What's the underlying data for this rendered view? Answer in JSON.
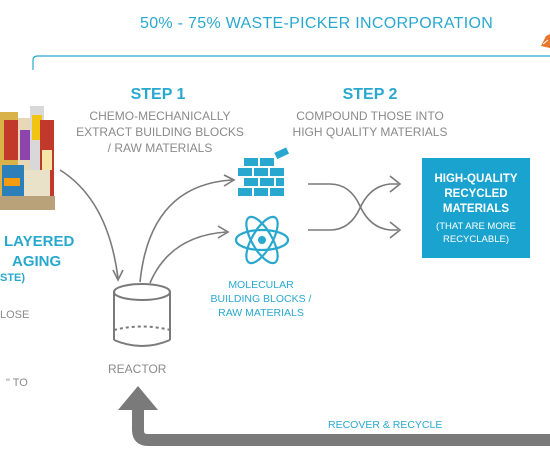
{
  "header": {
    "title": "50% - 75% WASTE-PICKER INCORPORATION"
  },
  "step1": {
    "title": "STEP 1",
    "description_lines": [
      "CHEMO-MECHANICALLY",
      "EXTRACT BUILDING BLOCKS",
      "/ RAW MATERIALS"
    ]
  },
  "step2": {
    "title": "STEP 2",
    "description_lines": [
      "COMPOUND THOSE INTO",
      "HIGH QUALITY MATERIALS"
    ]
  },
  "output_box": {
    "title_lines": [
      "HIGH-QUALITY",
      "RECYCLED",
      "MATERIALS"
    ],
    "note_lines": [
      "(THAT ARE MORE",
      "RECYCLABLE)"
    ]
  },
  "molecule_label": {
    "lines": [
      "MOLECULAR",
      "BUILDING BLOCKS /",
      "RAW MATERIALS"
    ]
  },
  "reactor": {
    "label": "REACTOR"
  },
  "left_panel": {
    "title_lines": [
      "LAYERED",
      "AGING"
    ],
    "sub": "STE)",
    "text1": "LOSE",
    "text2": "\" TO"
  },
  "footer": {
    "recover_label": "RECOVER & RECYCLE"
  },
  "colors": {
    "accent": "#29a8cf",
    "box": "#1aa3cf",
    "gray": "#8a8a8a",
    "arrow_gray": "#7a7a7a",
    "orange": "#e8762c"
  },
  "icons": [
    "brick-wall-icon",
    "atom-icon",
    "reactor-cylinder-icon",
    "packaging-image",
    "hand-icon"
  ]
}
